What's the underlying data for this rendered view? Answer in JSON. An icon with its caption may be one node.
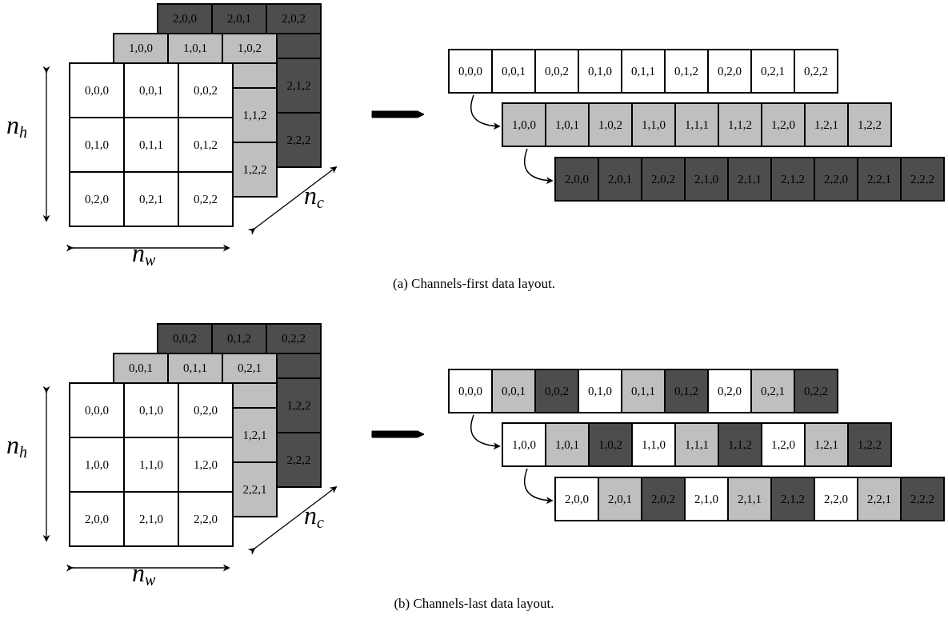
{
  "diagram": {
    "nodes": [
      {
        "text": [
          "2,0,0"
        ]
      },
      {
        "text": [
          "2,0,1"
        ]
      },
      {
        "text": [
          "2,0,2"
        ]
      },
      {
        "text": [
          "2,1,2"
        ]
      },
      {
        "text": [
          "2,2,2"
        ]
      },
      {
        "text": [
          "1,0,0"
        ]
      },
      {
        "text": [
          "1,0,1"
        ]
      },
      {
        "text": [
          "1,0,2"
        ]
      },
      {
        "text": [
          "1,1,2"
        ]
      },
      {
        "text": [
          "1,2,2"
        ]
      },
      {
        "text": [
          "0,0,0"
        ]
      },
      {
        "text": [
          "0,0,1"
        ]
      },
      {
        "text": [
          "0,0,2"
        ]
      },
      {
        "text": [
          "0,1,0"
        ]
      },
      {
        "text": [
          "0,1,1"
        ]
      },
      {
        "text": [
          "0,1,2"
        ]
      },
      {
        "text": [
          "0,2,0"
        ]
      },
      {
        "text": [
          "0,2,1"
        ]
      },
      {
        "text": [
          "0,2,2"
        ]
      },
      {
        "text": [],
        "shape": "bar"
      },
      {
        "text": [
          "0,0,0"
        ],
        "in": 19
      },
      {
        "text": [
          "0,0,1"
        ],
        "in": 19
      },
      {
        "text": [
          "0,0,2"
        ],
        "in": 19
      },
      {
        "text": [
          "0,1,0"
        ],
        "in": 19
      },
      {
        "text": [
          "0,1,1"
        ],
        "in": 19
      },
      {
        "text": [
          "0,1,2"
        ],
        "in": 19
      },
      {
        "text": [
          "0,2,0"
        ],
        "in": 19
      },
      {
        "text": [
          "0,2,1"
        ],
        "in": 19
      },
      {
        "text": [
          "0,2,2"
        ],
        "in": 19
      },
      {
        "text": [],
        "shape": "bar"
      },
      {
        "text": [
          "1,0,0"
        ],
        "in": 29
      },
      {
        "text": [
          "1,0,1"
        ],
        "in": 29
      },
      {
        "text": [
          "1,0,2"
        ],
        "in": 29
      },
      {
        "text": [
          "1,1,0"
        ],
        "in": 29
      },
      {
        "text": [
          "1,1,1"
        ],
        "in": 29
      },
      {
        "text": [
          "1,1,2"
        ],
        "in": 29
      },
      {
        "text": [
          "1,2,0"
        ],
        "in": 29
      },
      {
        "text": [
          "1,2,1"
        ],
        "in": 29
      },
      {
        "text": [
          "1,2,2"
        ],
        "in": 29
      },
      {
        "text": [],
        "shape": "bar"
      },
      {
        "text": [
          "2,0,0"
        ],
        "in": 39
      },
      {
        "text": [
          "2,0,1"
        ],
        "in": 39
      },
      {
        "text": [
          "2,0,2"
        ],
        "in": 39
      },
      {
        "text": [
          "2,1,0"
        ],
        "in": 39
      },
      {
        "text": [
          "2,1,1"
        ],
        "in": 39
      },
      {
        "text": [
          "2,1,2"
        ],
        "in": 39
      },
      {
        "text": [
          "2,2,0"
        ],
        "in": 39
      },
      {
        "text": [
          "2,2,1"
        ],
        "in": 39
      },
      {
        "text": [
          "2,2,2"
        ],
        "in": 39
      },
      {
        "text": [
          "0,0,2"
        ]
      },
      {
        "text": [
          "0,1,2"
        ]
      },
      {
        "text": [
          "0,2,2"
        ]
      },
      {
        "text": [
          "1,2,2"
        ]
      },
      {
        "text": [
          "2,2,2"
        ]
      },
      {
        "text": [
          "0,0,1"
        ]
      },
      {
        "text": [
          "0,1,1"
        ]
      },
      {
        "text": [
          "0,2,1"
        ]
      },
      {
        "text": [
          "1,2,1"
        ]
      },
      {
        "text": [
          "2,2,1"
        ]
      },
      {
        "text": [
          "0,0,0"
        ]
      },
      {
        "text": [
          "0,1,0"
        ]
      },
      {
        "text": [
          "0,2,0"
        ]
      },
      {
        "text": [
          "1,0,0"
        ]
      },
      {
        "text": [
          "1,1,0"
        ]
      },
      {
        "text": [
          "1,2,0"
        ]
      },
      {
        "text": [
          "2,0,0"
        ]
      },
      {
        "text": [
          "2,1,0"
        ]
      },
      {
        "text": [
          "2,2,0"
        ]
      },
      {
        "text": [],
        "shape": "bar"
      },
      {
        "text": [
          "0,0,0"
        ],
        "in": 68
      },
      {
        "text": [
          "0,0,1"
        ],
        "in": 68
      },
      {
        "text": [
          "0,0,2"
        ],
        "in": 68
      },
      {
        "text": [
          "0,1,0"
        ],
        "in": 68
      },
      {
        "text": [
          "0,1,1"
        ],
        "in": 68
      },
      {
        "text": [
          "0,1,2"
        ],
        "in": 68
      },
      {
        "text": [
          "0,2,0"
        ],
        "in": 68
      },
      {
        "text": [
          "0,2,1"
        ],
        "in": 68
      },
      {
        "text": [
          "0,2,2"
        ],
        "in": 68
      },
      {
        "text": [],
        "shape": "bar"
      },
      {
        "text": [
          "1,0,0"
        ],
        "in": 78
      },
      {
        "text": [
          "1,0,1"
        ],
        "in": 78
      },
      {
        "text": [
          "1,0,2"
        ],
        "in": 78
      },
      {
        "text": [
          "1,1,0"
        ],
        "in": 78
      },
      {
        "text": [
          "1,1,1"
        ],
        "in": 78
      },
      {
        "text": [
          "1,1,2"
        ],
        "in": 78
      },
      {
        "text": [
          "1,2,0"
        ],
        "in": 78
      },
      {
        "text": [
          "1,2,1"
        ],
        "in": 78
      },
      {
        "text": [
          "1,2,2"
        ],
        "in": 78
      },
      {
        "text": [],
        "shape": "bar"
      },
      {
        "text": [
          "2,0,0"
        ],
        "in": 88
      },
      {
        "text": [
          "2,0,1"
        ],
        "in": 88
      },
      {
        "text": [
          "2,0,2"
        ],
        "in": 88
      },
      {
        "text": [
          "2,1,0"
        ],
        "in": 88
      },
      {
        "text": [
          "2,1,1"
        ],
        "in": 88
      },
      {
        "text": [
          "2,1,2"
        ],
        "in": 88
      },
      {
        "text": [
          "2,2,0"
        ],
        "in": 88
      },
      {
        "text": [
          "2,2,1"
        ],
        "in": 88
      },
      {
        "text": [
          "2,2,2"
        ],
        "in": 88
      }
    ],
    "edges": [
      {
        "from": 19,
        "to": 29,
        "arrow": "to"
      },
      {
        "from": 29,
        "to": 39,
        "arrow": "to"
      },
      {
        "from": 68,
        "to": 78,
        "arrow": "to"
      },
      {
        "from": 78,
        "to": 88,
        "arrow": "to"
      }
    ],
    "labels": [
      "n$_{h}$",
      "n$_{c}$",
      "n$_{w}$",
      "(a) Channels-first data layout.",
      "n$_{h}$",
      "n$_{c}$",
      "n$_{w}$",
      "(b) Channels-last data layout."
    ]
  }
}
